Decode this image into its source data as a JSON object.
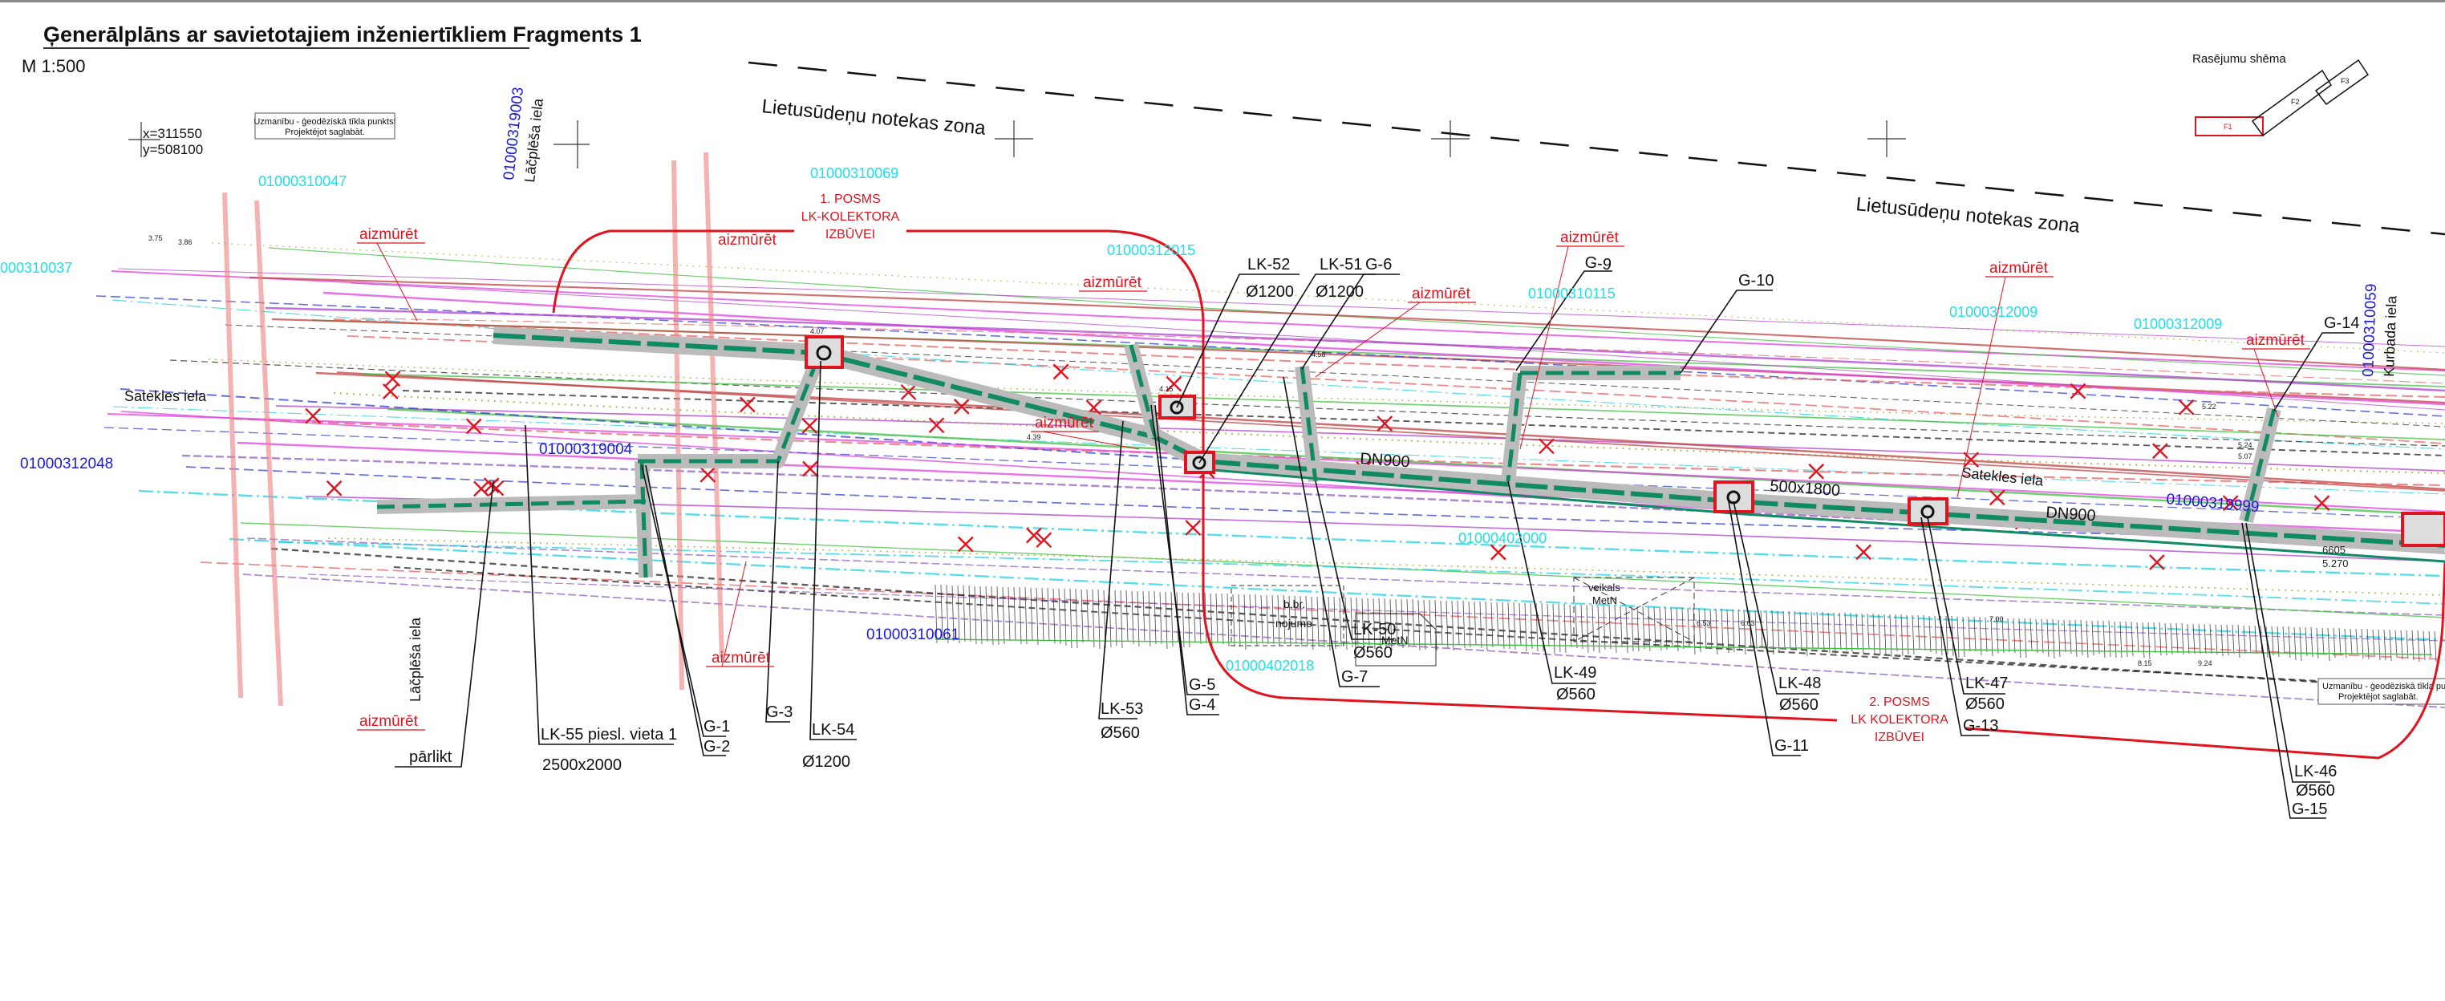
{
  "header": {
    "title": "Ģenerālplāns ar savietotajiem inženiertīkliem Fragments 1",
    "scale": "M 1:500"
  },
  "zones": [
    "Lietusūdeņu notekas zona",
    "Lietusūdeņu notekas zona"
  ],
  "coordinates": {
    "x": "x=311550",
    "y": "y=508100"
  },
  "geodetic_notes": [
    {
      "line1": "Uzmanību - ģeodēziskā tīkla punkts!",
      "line2": "Projektējot saglabāt."
    },
    {
      "line1": "Uzmanību - ģeodēziskā tīkla punkts!",
      "line2": "Projektējot saglabāt."
    }
  ],
  "scheme": {
    "title": "Rasējumu shēma",
    "frames": [
      "F1",
      "F2",
      "F3"
    ],
    "active_color": "#e0141e"
  },
  "sections": {
    "posms1": [
      "1. POSMS",
      "LK-KOLEKTORA",
      "IZBŪVEI"
    ],
    "posms2": [
      "2. POSMS",
      "LK KOLEKTORA",
      "IZBŪVEI"
    ]
  },
  "manholes": {
    "lk52": {
      "name": "LK-52",
      "dia": "Ø1200"
    },
    "lk51": {
      "name": "LK-51",
      "dia": "Ø1200"
    },
    "g6": "G-6",
    "g9": "G-9",
    "g10": "G-10",
    "g14": "G-14",
    "lk54": {
      "name": "LK-54",
      "dia": "Ø1200"
    },
    "g3": "G-3",
    "g1": "G-1",
    "g2": "G-2",
    "lk55": {
      "name": "LK-55 piesl. vieta 1",
      "size": "2500x2000"
    },
    "parlikt": "pārlikt",
    "lk53": {
      "name": "LK-53",
      "dia": "Ø560"
    },
    "g5": "G-5",
    "g4": "G-4",
    "lk50": {
      "name": "LK-50",
      "dia": "Ø560"
    },
    "g7": "G-7",
    "lk49": {
      "name": "LK-49",
      "dia": "Ø560"
    },
    "lk48": {
      "name": "LK-48",
      "dia": "Ø560"
    },
    "g11": "G-11",
    "lk47": {
      "name": "LK-47",
      "dia": "Ø560"
    },
    "g13": "G-13",
    "lk46": {
      "name": "LK-46",
      "dia": "Ø560"
    },
    "g15": "G-15"
  },
  "notes": {
    "aizmuret": "aizmūrēt"
  },
  "pipes": {
    "dn900": "DN900",
    "box": "500x1800"
  },
  "parcels": {
    "p310047": "01000310047",
    "p310037": "000310037",
    "p310069": "01000310069",
    "p312015": "01000312015",
    "p310115": "01000310115",
    "p312009a": "01000312009",
    "p312009b": "01000312009",
    "p402000": "01000402000",
    "p402018": "01000402018",
    "p310061": "01000310061",
    "p312048": "01000312048",
    "p319004": "01000319004",
    "p319999": "01000319999",
    "p319003": "01000319003",
    "p310059": "01000310059"
  },
  "streets": {
    "satekles": "Satekles iela",
    "lacplesa": "Lāčplēša iela",
    "kurbada": "Kurbada iela"
  },
  "buildings": {
    "veikals": "veikals",
    "metn": "MetN",
    "nojume": "nojume",
    "bbr": "b.br."
  },
  "elevations": [
    "4.07",
    "4.15",
    "4.39",
    "4.58",
    "5.22",
    "5.24",
    "5.07",
    "6.53",
    "6.63",
    "7.00",
    "8.15",
    "9.24",
    "6605",
    "5.270",
    "3.75",
    "3.86"
  ],
  "colors": {
    "collector": "#108a62",
    "boundary": "#e0141e",
    "parcel_cyan": "#1ee0e8",
    "parcel_blue": "#1a1adc"
  }
}
